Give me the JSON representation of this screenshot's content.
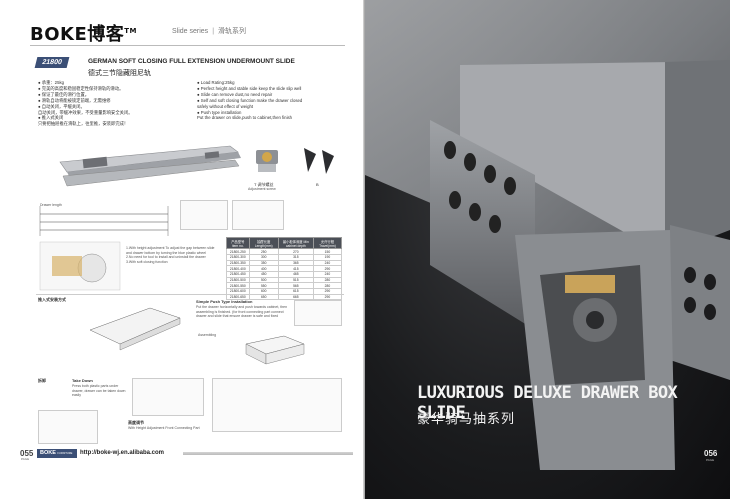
{
  "brand": {
    "logo": "BOKE博客",
    "tm": "TM",
    "series_en": "Slide series",
    "series_cn": "滑轨系列"
  },
  "product": {
    "code": "21800",
    "title_en": "GERMAN SOFT CLOSING FULL EXTENSION UNDERMOUNT SLIDE",
    "title_cn": "德式三节隐藏阻尼轨"
  },
  "specs_cn": [
    "● 承重：25kg",
    "● 完美的高度和稳固稳定性保持滑轨的滑动。",
    "● 保证了最佳的滑行位置。",
    "● 滑轨自动将能被锁定前端，无需维修",
    "● 自动关闭，平缓关闭。",
    "   自动关闭，带缓冲效果，不受重量影响安全关闭。",
    "● 推入式关闭",
    "   只要把抽屉推在滑轨上，往里推，安装即完成！"
  ],
  "specs_en": [
    "● Load Rating:25kg",
    "● Perfect height and stable side keep the slide slip well",
    "● Slide can remove dust,no need repair",
    "● Self and soft closing function make the drawer closed",
    "   safely without effect of weight",
    "● Push type installation",
    "   Put the drawer on slide,push to cabinet,then finish"
  ],
  "diagram_labels": {
    "adjust_cn": "T 调节螺丝",
    "adjust_en": "Adjustment screw",
    "b_label": "B",
    "dim_text": "Drawer length",
    "adjust_notes": [
      "1.With height adjustment To adjust the gap between slide",
      "  and drawer bottom by turning the blue plastic wheel",
      "2.No need for tool to install and uninstall the drawer",
      "3.With soft closing function"
    ],
    "install_cn_title": "推入式安装方式",
    "install_en_title": "Simple Push Type Installation",
    "install_en_text": "Put the drawer horizontally and push towards cabinet, then assembling is finished. (for front connecting part connect drawer and slide that ensure drawer is safe and fixed",
    "assembling": "Assembling",
    "takedown_cn": "拆卸",
    "takedown_en": "Take Down",
    "takedown_text": "Press both plastic parts under drawer, drawer can be taken down easily",
    "height_title_cn": "高度调节",
    "height_title_en": "With Height Adjustment Front Connecting Part"
  },
  "table": {
    "headers": [
      "产品型号 Item no.",
      "抽屉长度 Length(mm)",
      "最小柜体深度 Min cabinet depth",
      "允许行程 Travel(mm)"
    ],
    "rows": [
      [
        "21800-250",
        "250",
        "270",
        "150"
      ],
      [
        "21800-300",
        "300",
        "315",
        "190"
      ],
      [
        "21800-350",
        "350",
        "365",
        "240"
      ],
      [
        "21800-400",
        "400",
        "415",
        "290"
      ],
      [
        "21800-450",
        "450",
        "465",
        "240"
      ],
      [
        "21800-500",
        "500",
        "515",
        "280"
      ],
      [
        "21800-550",
        "550",
        "565",
        "280"
      ],
      [
        "21800-600",
        "600",
        "615",
        "290"
      ],
      [
        "21800-650",
        "650",
        "665",
        "290"
      ]
    ]
  },
  "footer": {
    "page_left": "055",
    "page_right": "056",
    "page_word": "PAGE",
    "brand_box": "BOKE",
    "brand_small": "FURNITURE",
    "url": "http://boke-wj.en.alibaba.com"
  },
  "promo": {
    "title_en": "LUXURIOUS DELUXE DRAWER BOX SLIDE",
    "title_cn": "豪华骑马抽系列"
  },
  "colors": {
    "accent": "#3b4f76",
    "dark_bg": "#1a1b1d",
    "metal": "#9a9ca0"
  }
}
